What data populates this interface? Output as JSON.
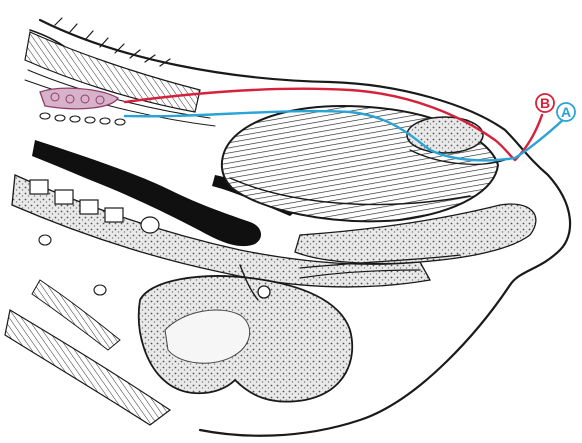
{
  "figure": {
    "labels": [
      {
        "id": "A",
        "text": "A",
        "color": "#2aa3d6"
      },
      {
        "id": "B",
        "text": "B",
        "color": "#d5213a"
      }
    ],
    "colors": {
      "ink": "#1a1a1a",
      "stipple_fill": "#e7e7e7",
      "dark_fill": "#101010",
      "gland_fill": "#d8b2c9",
      "gland_stroke": "#8d3f6c",
      "path_a": "#2aa3d6",
      "path_b": "#d5213a"
    }
  }
}
